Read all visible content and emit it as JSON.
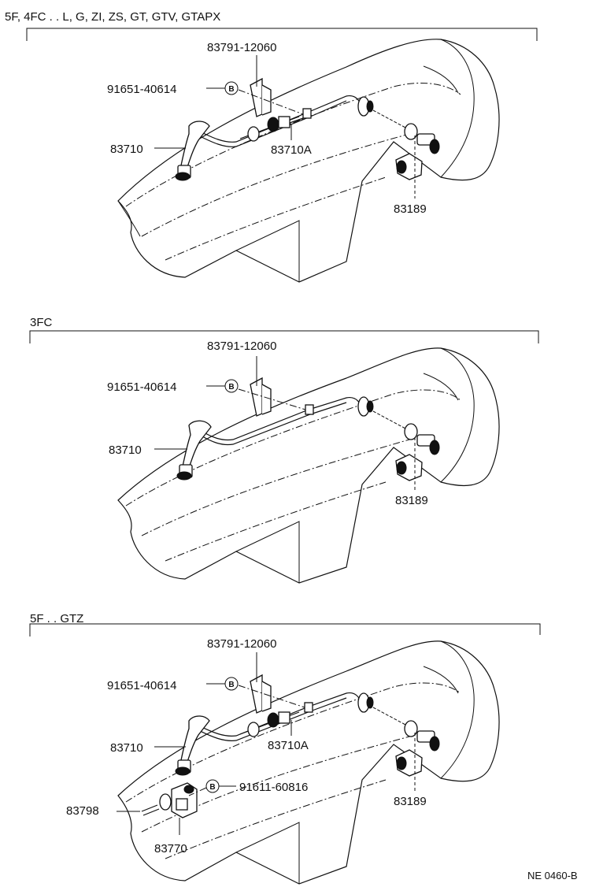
{
  "sections": [
    {
      "header": "5F, 4FC . . L, G, ZI, ZS, GT, GTV, GTAPX",
      "labels": {
        "bracket": "83791-12060",
        "bolt": "91651-40614",
        "cable": "83710",
        "cable_a": "83710A",
        "sensor": "83189"
      },
      "circle_mark": "B"
    },
    {
      "header": "3FC",
      "labels": {
        "bracket": "83791-12060",
        "bolt": "91651-40614",
        "cable": "83710",
        "sensor": "83189"
      },
      "circle_mark": "B"
    },
    {
      "header": "5F . . GTZ",
      "labels": {
        "bracket": "83791-12060",
        "bolt": "91651-40614",
        "cable": "83710",
        "cable_a": "83710A",
        "sensor": "83189",
        "bolt2": "91611-60816",
        "pin": "83798",
        "driven_gear": "83770"
      },
      "circle_mark": "B"
    }
  ],
  "footer_code": "NE 0460-B"
}
